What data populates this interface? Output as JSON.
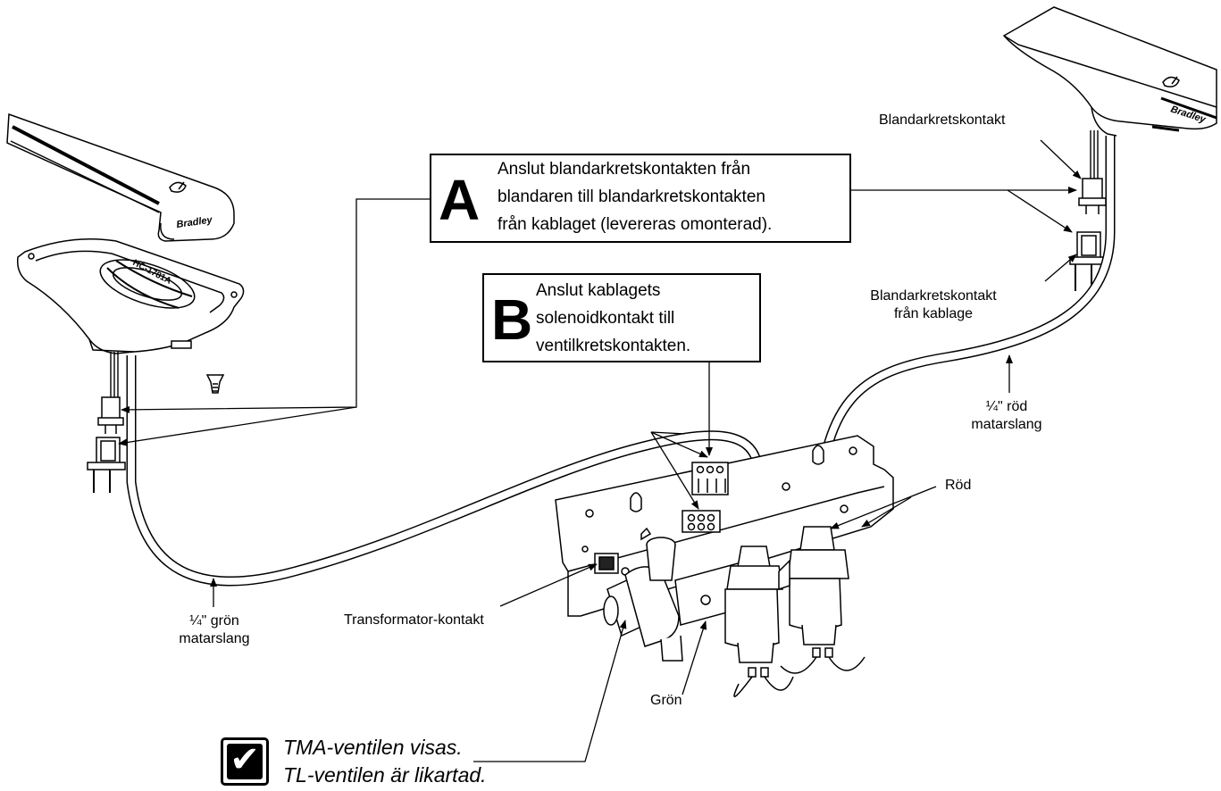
{
  "brand": "Bradley",
  "left_unit_marking": "HC-1781A",
  "callouts": {
    "a": {
      "letter": "A",
      "lines": [
        "Anslut blandarkretskontakten från",
        "blandaren till blandarkretskontakten",
        "från kablaget (levereras omonterad)."
      ]
    },
    "b": {
      "letter": "B",
      "lines": [
        "Anslut kablagets",
        "solenoidkontakt till",
        "ventilkretskontakten."
      ]
    }
  },
  "labels": {
    "mixer_connector": "Blandarkretskontakt",
    "harness_connector": [
      "Blandarkretskontakt",
      "från kablage"
    ],
    "red_hose": [
      "¼\" röd",
      "matarslang"
    ],
    "green_hose": [
      "¼\" grön",
      "matarslang"
    ],
    "red": "Röd",
    "green": "Grön",
    "transformer": "Transformator-kontakt"
  },
  "note": {
    "icon": "checkmark-icon",
    "lines": [
      "TMA-ventilen visas.",
      "TL-ventilen är likartad."
    ]
  }
}
